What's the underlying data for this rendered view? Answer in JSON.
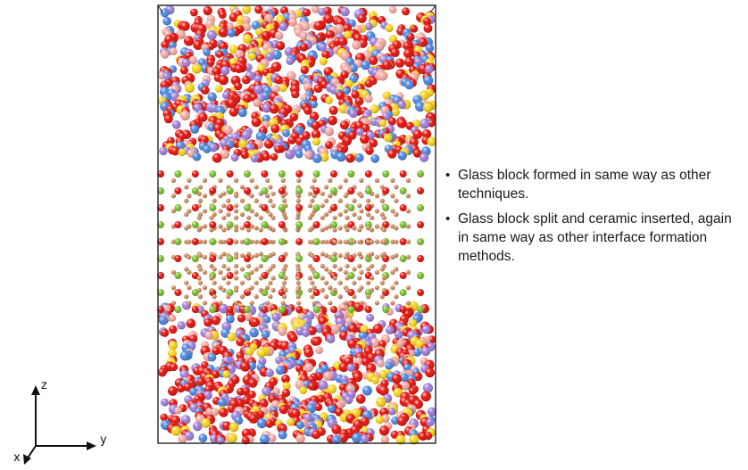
{
  "notes": [
    "Glass block formed in same way as other techniques.",
    "Glass block split and ceramic inserted, again in same way as other interface formation methods."
  ],
  "axes": {
    "x": "x",
    "y": "y",
    "z": "z"
  },
  "colors": {
    "glass_atoms": [
      "#e3120b",
      "#e3120b",
      "#e3120b",
      "#f7d21a",
      "#4a86df",
      "#f2a7a0",
      "#9d7ed8"
    ],
    "ceramic_atoms": [
      "#e3120b",
      "#78bf2c",
      "#c9875a"
    ],
    "box_outline": "#222222"
  }
}
